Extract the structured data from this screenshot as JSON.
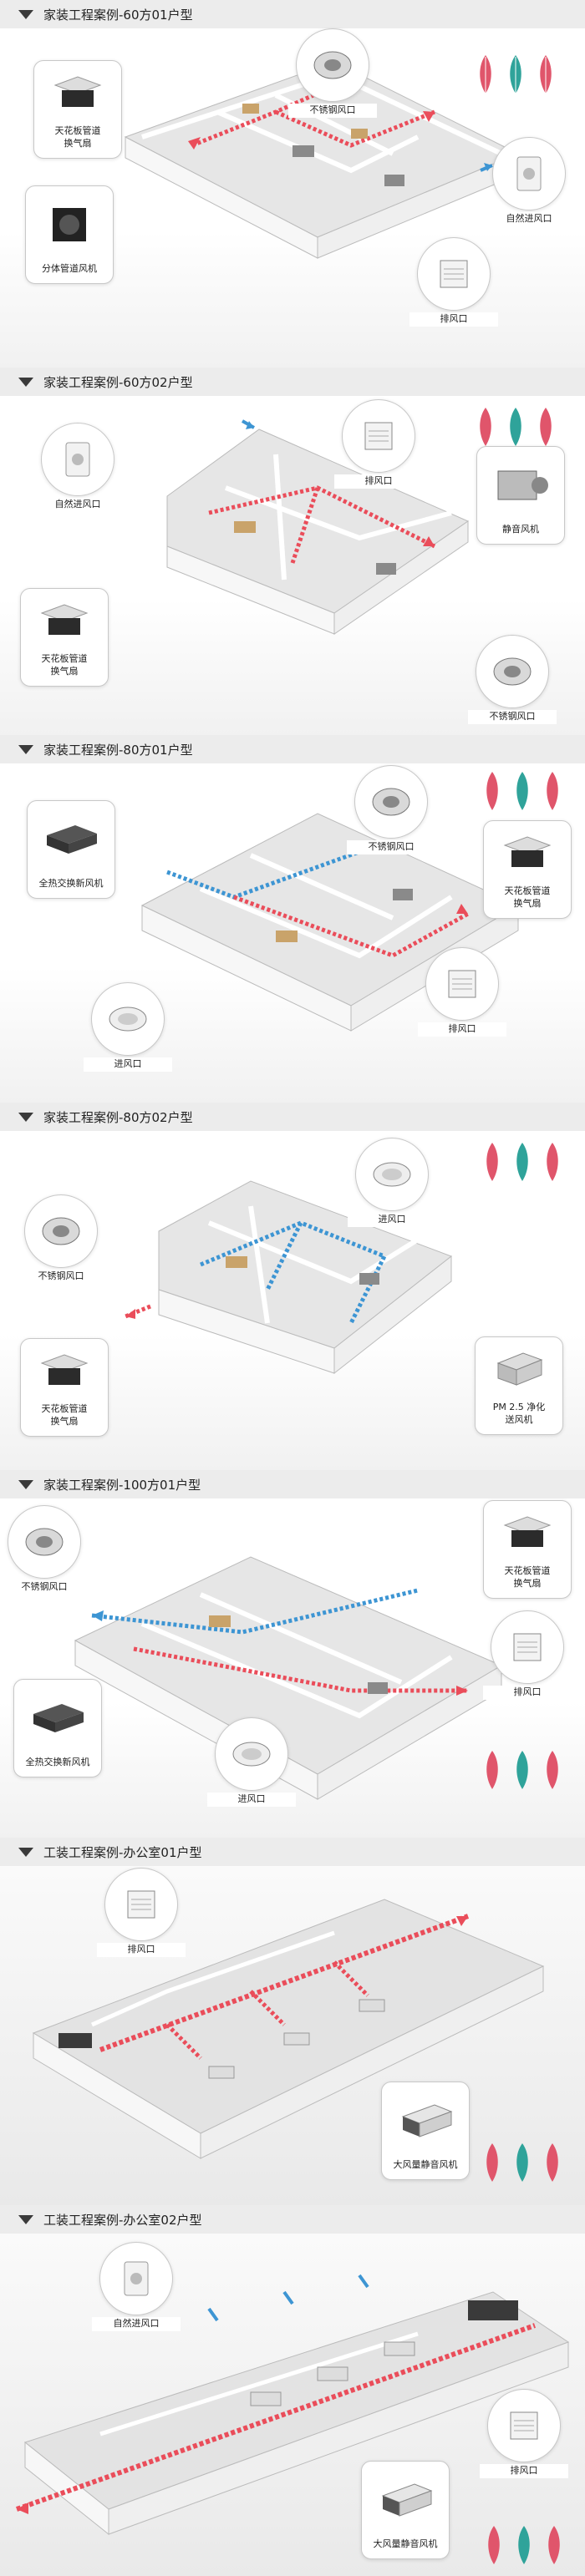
{
  "sections": [
    {
      "title": "家装工程案例-60方01户型",
      "callouts": [
        {
          "key": "a",
          "label": "天花板管道\n换气扇",
          "shape": "box",
          "icon": "ceiling-fan-icon"
        },
        {
          "key": "b",
          "label": "不锈钢风口",
          "shape": "circle",
          "icon": "stainless-vent-icon"
        },
        {
          "key": "c",
          "label": "自然进风口",
          "shape": "circle",
          "icon": "natural-inlet-icon"
        },
        {
          "key": "d",
          "label": "分体管道风机",
          "shape": "box",
          "icon": "inline-duct-fan-icon"
        },
        {
          "key": "e",
          "label": "排风口",
          "shape": "circle",
          "icon": "exhaust-vent-icon"
        }
      ]
    },
    {
      "title": "家装工程案例-60方02户型",
      "callouts": [
        {
          "key": "a",
          "label": "排风口",
          "shape": "circle",
          "icon": "exhaust-vent-icon"
        },
        {
          "key": "b",
          "label": "自然进风口",
          "shape": "circle",
          "icon": "natural-inlet-icon"
        },
        {
          "key": "c",
          "label": "静音风机",
          "shape": "box",
          "icon": "silent-fan-icon"
        },
        {
          "key": "d",
          "label": "天花板管道\n换气扇",
          "shape": "box",
          "icon": "ceiling-fan-icon"
        },
        {
          "key": "e",
          "label": "不锈钢风口",
          "shape": "circle",
          "icon": "stainless-vent-icon"
        }
      ]
    },
    {
      "title": "家装工程案例-80方01户型",
      "callouts": [
        {
          "key": "a",
          "label": "不锈钢风口",
          "shape": "circle",
          "icon": "stainless-vent-icon"
        },
        {
          "key": "b",
          "label": "全热交换新风机",
          "shape": "box",
          "icon": "heat-exchanger-icon"
        },
        {
          "key": "c",
          "label": "天花板管道\n换气扇",
          "shape": "box",
          "icon": "ceiling-fan-icon"
        },
        {
          "key": "d",
          "label": "进风口",
          "shape": "circle",
          "icon": "supply-diffuser-icon"
        },
        {
          "key": "e",
          "label": "排风口",
          "shape": "circle",
          "icon": "exhaust-vent-icon"
        }
      ]
    },
    {
      "title": "家装工程案例-80方02户型",
      "callouts": [
        {
          "key": "a",
          "label": "进风口",
          "shape": "circle",
          "icon": "supply-diffuser-icon"
        },
        {
          "key": "b",
          "label": "不锈钢风口",
          "shape": "circle",
          "icon": "stainless-vent-icon"
        },
        {
          "key": "c",
          "label": "天花板管道\n换气扇",
          "shape": "box",
          "icon": "ceiling-fan-icon"
        },
        {
          "key": "d",
          "label": "PM 2.5 净化\n送风机",
          "shape": "box",
          "icon": "pm25-purifier-icon"
        }
      ]
    },
    {
      "title": "家装工程案例-100方01户型",
      "callouts": [
        {
          "key": "a",
          "label": "不锈钢风口",
          "shape": "circle",
          "icon": "stainless-vent-icon"
        },
        {
          "key": "b",
          "label": "天花板管道\n换气扇",
          "shape": "box",
          "icon": "ceiling-fan-icon"
        },
        {
          "key": "c",
          "label": "排风口",
          "shape": "circle",
          "icon": "exhaust-vent-icon"
        },
        {
          "key": "d",
          "label": "全热交换新风机",
          "shape": "box",
          "icon": "heat-exchanger-icon"
        },
        {
          "key": "e",
          "label": "进风口",
          "shape": "circle",
          "icon": "supply-diffuser-icon"
        }
      ]
    },
    {
      "title": "工装工程案例-办公室01户型",
      "callouts": [
        {
          "key": "a",
          "label": "排风口",
          "shape": "circle",
          "icon": "exhaust-vent-icon"
        },
        {
          "key": "b",
          "label": "大风量静音风机",
          "shape": "box",
          "icon": "duct-cabinet-fan-icon"
        }
      ]
    },
    {
      "title": "工装工程案例-办公室02户型",
      "callouts": [
        {
          "key": "a",
          "label": "自然进风口",
          "shape": "circle",
          "icon": "natural-inlet-icon"
        },
        {
          "key": "b",
          "label": "排风口",
          "shape": "circle",
          "icon": "exhaust-vent-icon"
        },
        {
          "key": "c",
          "label": "大风量静音风机",
          "shape": "box",
          "icon": "duct-cabinet-fan-icon"
        }
      ]
    }
  ],
  "colors": {
    "exhaust": "#ea4d5a",
    "supply": "#3d95d3",
    "wall": "#ffffff",
    "floor": "#d9d9d9",
    "feather_red": "#e0556b",
    "feather_teal": "#2fa39a"
  }
}
